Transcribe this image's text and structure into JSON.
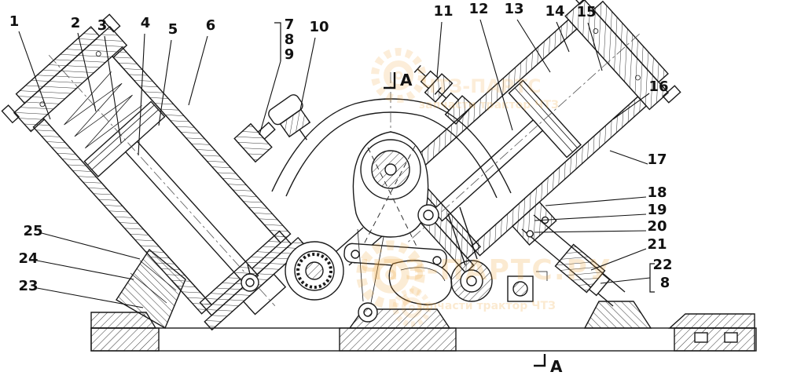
{
  "callouts": [
    {
      "label": "1"
    },
    {
      "label": "2"
    },
    {
      "label": "3"
    },
    {
      "label": "4"
    },
    {
      "label": "5"
    },
    {
      "label": "6"
    },
    {
      "label": "7"
    },
    {
      "label": "8"
    },
    {
      "label": "9"
    },
    {
      "label": "10"
    },
    {
      "label": "11"
    },
    {
      "label": "12"
    },
    {
      "label": "13"
    },
    {
      "label": "14"
    },
    {
      "label": "15"
    },
    {
      "label": "16"
    },
    {
      "label": "17"
    },
    {
      "label": "18"
    },
    {
      "label": "19"
    },
    {
      "label": "20"
    },
    {
      "label": "21"
    },
    {
      "label": "22"
    },
    {
      "label": "8"
    },
    {
      "label": "23"
    },
    {
      "label": "24"
    },
    {
      "label": "25"
    }
  ],
  "section_marker": {
    "label": "А"
  },
  "watermark": {
    "brand": "ЧТЗ-ПАРТС.РУ",
    "brand_top": "ЧТЗ-ПАРТС",
    "tagline": "запчасти трактор ЧТЗ"
  },
  "colors": {
    "line": "#1a1a1a",
    "watermark": "#f0a233",
    "background": "#ffffff"
  }
}
